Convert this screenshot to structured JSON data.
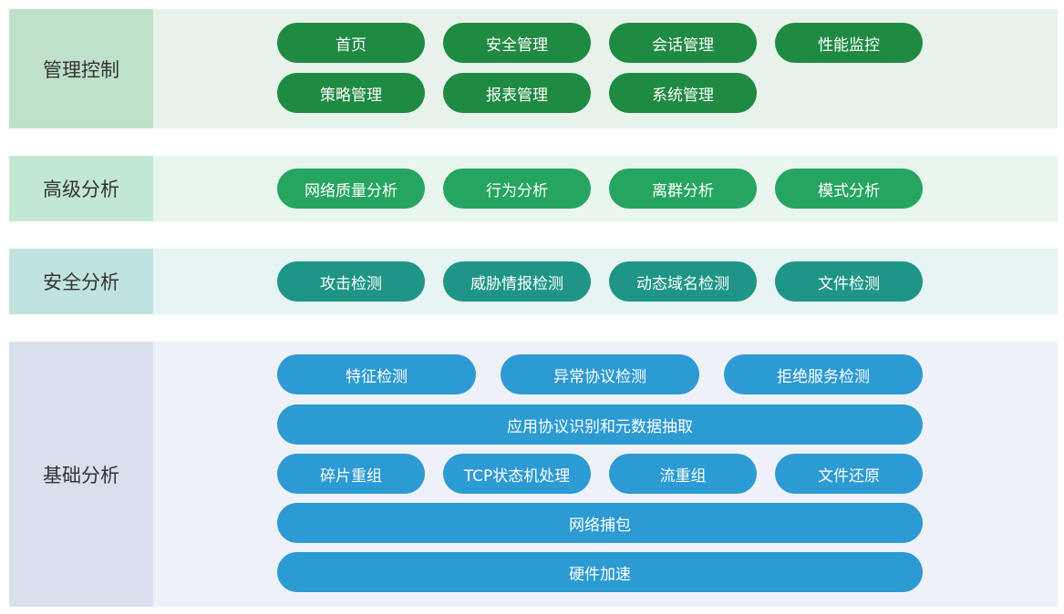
{
  "layers": [
    {
      "label": "管理控制",
      "items": [
        "首页",
        "安全管理",
        "会话管理",
        "性能监控",
        "策略管理",
        "报表管理",
        "系统管理"
      ]
    },
    {
      "label": "高级分析",
      "items": [
        "网络质量分析",
        "行为分析",
        "离群分析",
        "模式分析"
      ]
    },
    {
      "label": "安全分析",
      "items": [
        "攻击检测",
        "威胁情报检测",
        "动态域名检测",
        "文件检测"
      ]
    },
    {
      "label": "基础分析",
      "items": [
        "特征检测",
        "异常协议检测",
        "拒绝服务检测",
        "应用协议识别和元数据抽取",
        "碎片重组",
        "TCP状态机处理",
        "流重组",
        "文件还原",
        "网络捕包",
        "硬件加速"
      ]
    }
  ],
  "colors": {
    "management": "#1f8a42",
    "advanced": "#25a55f",
    "security": "#1e9586",
    "base": "#2c9ad3"
  }
}
